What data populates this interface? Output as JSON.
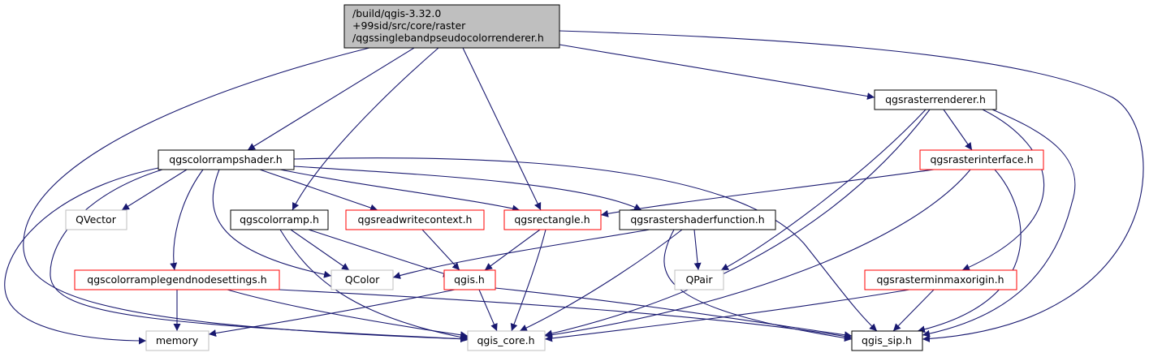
{
  "colors": {
    "edge": "#191970",
    "root_fill": "#bfbfbf",
    "border_black": "#000000",
    "border_red": "#ff0000",
    "border_gray": "#bfbfbf"
  },
  "nodes": {
    "root": {
      "lines": [
        "/build/qgis-3.32.0",
        "+99sid/src/core/raster",
        "/qgssinglebandpseudocolorrenderer.h"
      ],
      "style": "root"
    },
    "qgsrasterrenderer": {
      "label": "qgsrasterrenderer.h",
      "style": "black"
    },
    "qgscolorrampshader": {
      "label": "qgscolorrampshader.h",
      "style": "black"
    },
    "qgsrasterinterface": {
      "label": "qgsrasterinterface.h",
      "style": "red"
    },
    "qvector": {
      "label": "QVector",
      "style": "gray"
    },
    "qgscolorramp": {
      "label": "qgscolorramp.h",
      "style": "black"
    },
    "qgsreadwritecontext": {
      "label": "qgsreadwritecontext.h",
      "style": "red"
    },
    "qgsrectangle": {
      "label": "qgsrectangle.h",
      "style": "red"
    },
    "qgsrastershaderfunction": {
      "label": "qgsrastershaderfunction.h",
      "style": "black"
    },
    "qgscolorramplegendnodesettings": {
      "label": "qgscolorramplegendnodesettings.h",
      "style": "red"
    },
    "qcolor": {
      "label": "QColor",
      "style": "gray"
    },
    "qgis": {
      "label": "qgis.h",
      "style": "red"
    },
    "qpair": {
      "label": "QPair",
      "style": "gray"
    },
    "qgsrasterminmaxorigin": {
      "label": "qgsrasterminmaxorigin.h",
      "style": "red"
    },
    "memory": {
      "label": "memory",
      "style": "gray"
    },
    "qgis_core": {
      "label": "qgis_core.h",
      "style": "gray"
    },
    "qgis_sip": {
      "label": "qgis_sip.h",
      "style": "black"
    }
  },
  "edges": [
    [
      "root",
      "qgsrasterrenderer"
    ],
    [
      "root",
      "qgscolorrampshader"
    ],
    [
      "root",
      "qgscolorramp"
    ],
    [
      "root",
      "qgsrectangle"
    ],
    [
      "root",
      "qgis_core"
    ],
    [
      "root",
      "qgis_sip"
    ],
    [
      "qgsrasterrenderer",
      "qgsrasterinterface"
    ],
    [
      "qgsrasterrenderer",
      "qgsrasterminmaxorigin"
    ],
    [
      "qgsrasterrenderer",
      "qpair"
    ],
    [
      "qgsrasterrenderer",
      "qgis_core"
    ],
    [
      "qgsrasterrenderer",
      "qgis_sip"
    ],
    [
      "qgscolorrampshader",
      "memory"
    ],
    [
      "qgscolorrampshader",
      "qvector"
    ],
    [
      "qgscolorrampshader",
      "qgscolorramplegendnodesettings"
    ],
    [
      "qgscolorrampshader",
      "qcolor"
    ],
    [
      "qgscolorrampshader",
      "qgsreadwritecontext"
    ],
    [
      "qgscolorrampshader",
      "qgsrectangle"
    ],
    [
      "qgscolorrampshader",
      "qgsrastershaderfunction"
    ],
    [
      "qgscolorrampshader",
      "qgis_core"
    ],
    [
      "qgscolorrampshader",
      "qgis_sip"
    ],
    [
      "qgsrasterinterface",
      "qgsrectangle"
    ],
    [
      "qgsrasterinterface",
      "qgis_core"
    ],
    [
      "qgsrasterinterface",
      "qgis_sip"
    ],
    [
      "qgscolorramp",
      "qcolor"
    ],
    [
      "qgscolorramp",
      "qgis"
    ],
    [
      "qgscolorramp",
      "qgis_core"
    ],
    [
      "qgsreadwritecontext",
      "qgis"
    ],
    [
      "qgsrectangle",
      "qgis"
    ],
    [
      "qgsrectangle",
      "qgis_core"
    ],
    [
      "qgsrastershaderfunction",
      "qcolor"
    ],
    [
      "qgsrastershaderfunction",
      "qpair"
    ],
    [
      "qgsrastershaderfunction",
      "qgis_core"
    ],
    [
      "qgsrastershaderfunction",
      "qgis_sip"
    ],
    [
      "qgscolorramplegendnodesettings",
      "memory"
    ],
    [
      "qgscolorramplegendnodesettings",
      "qgis_core"
    ],
    [
      "qgscolorramplegendnodesettings",
      "qgis_sip"
    ],
    [
      "qgis",
      "memory"
    ],
    [
      "qgis",
      "qgis_core"
    ],
    [
      "qgis",
      "qgis_sip"
    ],
    [
      "qgsrasterminmaxorigin",
      "qgis_core"
    ],
    [
      "qgsrasterminmaxorigin",
      "qgis_sip"
    ]
  ]
}
